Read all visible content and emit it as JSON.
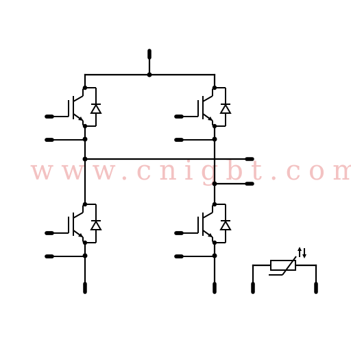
{
  "watermark": {
    "text": "www.cnigbt.com",
    "color": "#f2b8b8"
  },
  "diagram": {
    "components": [
      {
        "id": "Q1",
        "kind": "igbt-with-antiparallel-diode",
        "position": "top-left"
      },
      {
        "id": "Q2",
        "kind": "igbt-with-antiparallel-diode",
        "position": "top-right"
      },
      {
        "id": "Q3",
        "kind": "igbt-with-antiparallel-diode",
        "position": "bottom-left"
      },
      {
        "id": "Q4",
        "kind": "igbt-with-antiparallel-diode",
        "position": "bottom-right"
      },
      {
        "id": "RT",
        "kind": "ntc-thermistor"
      }
    ],
    "colors": {
      "line": "#000000",
      "background": "#ffffff"
    }
  }
}
